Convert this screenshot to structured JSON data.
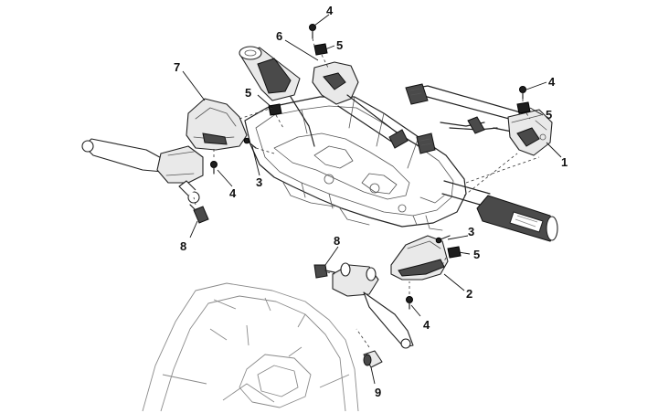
{
  "callouts": {
    "c1": "1",
    "c2": "2",
    "c3a": "3",
    "c3b": "3",
    "c4a": "4",
    "c4b": "4",
    "c4c": "4",
    "c4d": "4",
    "c5a": "5",
    "c5b": "5",
    "c5c": "5",
    "c5d": "5",
    "c6": "6",
    "c7": "7",
    "c8a": "8",
    "c8b": "8",
    "c9": "9"
  },
  "parts": [
    {
      "ref": "1",
      "icon": "right-switch-icon"
    },
    {
      "ref": "2",
      "icon": "right-lever-cover-icon"
    },
    {
      "ref": "3",
      "icon": "screw-icon"
    },
    {
      "ref": "4",
      "icon": "screw-icon"
    },
    {
      "ref": "5",
      "icon": "clip-nut-icon"
    },
    {
      "ref": "6",
      "icon": "left-switch-icon"
    },
    {
      "ref": "7",
      "icon": "left-lever-cover-icon"
    },
    {
      "ref": "8",
      "icon": "stop-switch-icon"
    },
    {
      "ref": "9",
      "icon": "horn-button-icon"
    }
  ]
}
